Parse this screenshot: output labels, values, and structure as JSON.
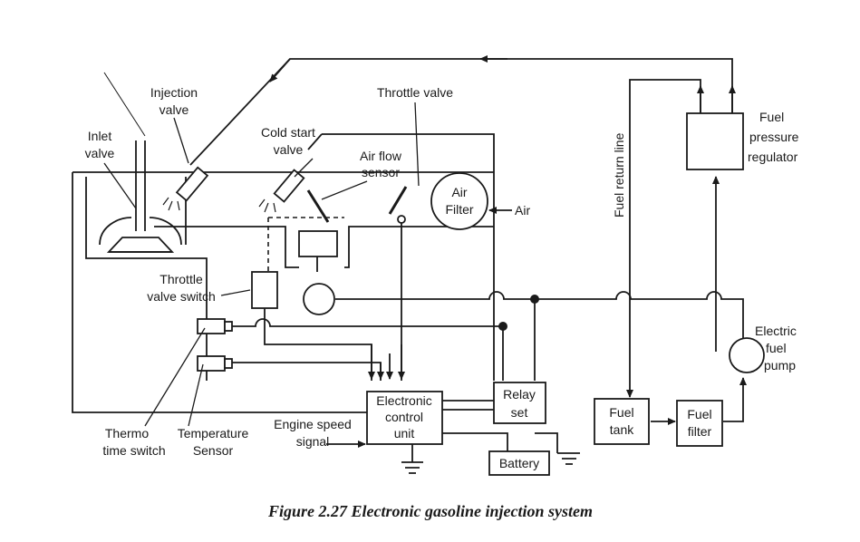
{
  "labels": {
    "injection_valve": [
      "Injection",
      "valve"
    ],
    "inlet_valve": [
      "Inlet",
      "valve"
    ],
    "cold_start_valve": [
      "Cold start",
      "valve"
    ],
    "throttle_valve": "Throttle valve",
    "air_flow_sensor": [
      "Air flow",
      "sensor"
    ],
    "air_filter": [
      "Air",
      "Filter"
    ],
    "air": "Air",
    "fuel_return_line": "Fuel return line",
    "fuel_pressure_regulator": [
      "Fuel",
      "pressure",
      "regulator"
    ],
    "throttle_valve_switch": [
      "Throttle",
      "valve switch"
    ],
    "electric_fuel_pump": [
      "Electric",
      "fuel",
      "pump"
    ],
    "electronic_control_unit": [
      "Electronic",
      "control",
      "unit"
    ],
    "relay_set": [
      "Relay",
      "set"
    ],
    "fuel_tank": [
      "Fuel",
      "tank"
    ],
    "fuel_filter": [
      "Fuel",
      "filter"
    ],
    "battery": "Battery",
    "engine_speed_signal": [
      "Engine speed",
      "signal"
    ],
    "thermo_time_switch": [
      "Thermo",
      "time switch"
    ],
    "temperature_sensor": [
      "Temperature",
      "Sensor"
    ]
  },
  "caption": "Figure 2.27 Electronic gasoline injection system"
}
